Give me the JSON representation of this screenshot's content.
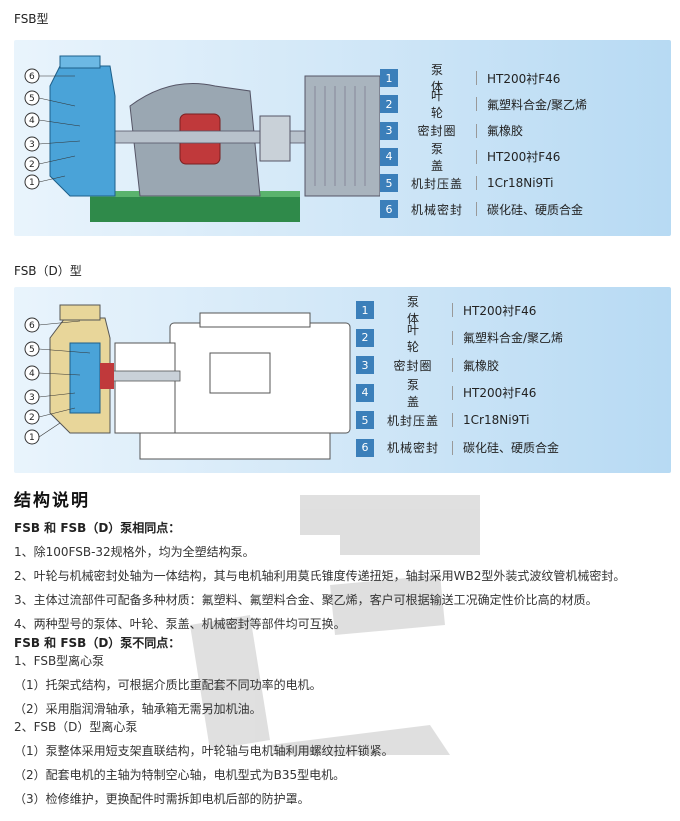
{
  "model1": {
    "title": "FSB型",
    "callouts": [
      "6",
      "5",
      "4",
      "3",
      "2",
      "1"
    ],
    "rows": [
      {
        "num": "1",
        "name": "泵 体",
        "material": "HT200衬F46"
      },
      {
        "num": "2",
        "name": "叶 轮",
        "material": "氟塑料合金/聚乙烯"
      },
      {
        "num": "3",
        "name": "密封圈",
        "material": "氟橡胶"
      },
      {
        "num": "4",
        "name": "泵 盖",
        "material": "HT200衬F46"
      },
      {
        "num": "5",
        "name": "机封压盖",
        "material": "1Cr18Ni9Ti"
      },
      {
        "num": "6",
        "name": "机械密封",
        "material": "碳化硅、硬质合金"
      }
    ]
  },
  "model2": {
    "title": "FSB（D）型",
    "callouts": [
      "6",
      "5",
      "4",
      "3",
      "2",
      "1"
    ],
    "rows": [
      {
        "num": "1",
        "name": "泵 体",
        "material": "HT200衬F46"
      },
      {
        "num": "2",
        "name": "叶 轮",
        "material": "氟塑料合金/聚乙烯"
      },
      {
        "num": "3",
        "name": "密封圈",
        "material": "氟橡胶"
      },
      {
        "num": "4",
        "name": "泵 盖",
        "material": "HT200衬F46"
      },
      {
        "num": "5",
        "name": "机封压盖",
        "material": "1Cr18Ni9Ti"
      },
      {
        "num": "6",
        "name": "机械密封",
        "material": "碳化硅、硬质合金"
      }
    ]
  },
  "structure": {
    "title": "结构说明",
    "lines": [
      {
        "text": "FSB 和 FSB（D）泵相同点：",
        "bold": true
      },
      {
        "text": "1、除100FSB-32规格外，均为全塑结构泵。",
        "bold": false
      },
      {
        "text": "2、叶轮与机械密封处轴为一体结构，其与电机轴利用莫氏锥度传递扭矩，轴封采用WB2型外装式波纹管机械密封。",
        "bold": false
      },
      {
        "text": "3、主体过流部件可配备多种材质：氟塑料、氟塑料合金、聚乙烯，客户可根据输送工况确定性价比高的材质。",
        "bold": false
      },
      {
        "text": "4、两种型号的泵体、叶轮、泵盖、机械密封等部件均可互换。",
        "bold": false
      },
      {
        "text": "FSB 和 FSB（D）泵不同点：",
        "bold": true
      },
      {
        "text": "1、FSB型离心泵",
        "bold": false
      },
      {
        "text": "（1）托架式结构，可根据介质比重配套不同功率的电机。",
        "bold": false
      },
      {
        "text": "（2）采用脂润滑轴承，轴承箱无需另加机油。",
        "bold": false
      },
      {
        "text": "2、FSB（D）型离心泵",
        "bold": false
      },
      {
        "text": "（1）泵整体采用短支架直联结构，叶轮轴与电机轴利用螺纹拉杆锁紧。",
        "bold": false
      },
      {
        "text": "（2）配套电机的主轴为特制空心轴，电机型式为B35型电机。",
        "bold": false
      },
      {
        "text": "（3）检修维护，更换配件时需拆卸电机后部的防护罩。",
        "bold": false
      }
    ]
  },
  "colors": {
    "badge": "#3b7fba",
    "pump_body": "#4aa3d8",
    "base": "#2f8a4a",
    "motor_red": "#c0393b"
  }
}
